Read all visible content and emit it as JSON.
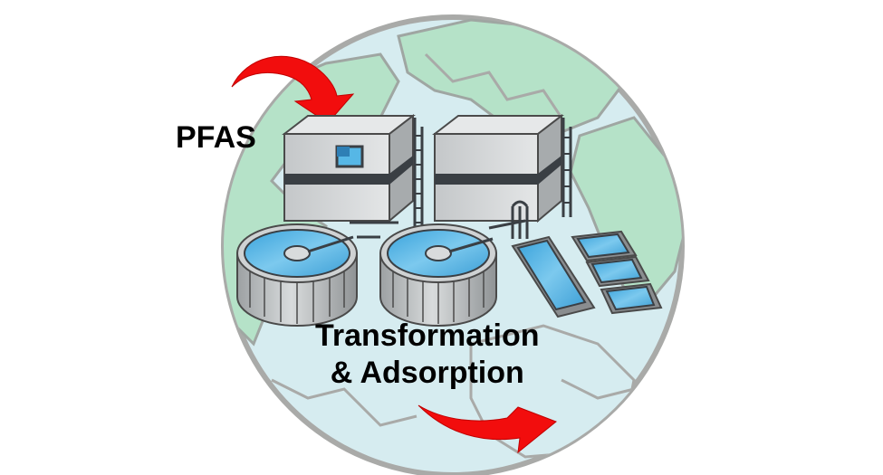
{
  "labels": {
    "input": "PFAS",
    "process_line1": "Transformation",
    "process_line2": "& Adsorption"
  },
  "colors": {
    "ocean": "#d6ecf0",
    "land": "#b5e2c8",
    "globe_rim": "#a9aaa8",
    "arrow": "#f20d0d",
    "water": "#56b7e6",
    "concrete": "#cfd2d3",
    "concrete_dark": "#8a8d8f",
    "band": "#3a3f44",
    "outline": "#4a4a4a"
  },
  "icons": {
    "globe": "globe-icon",
    "inflow_arrow": "curved-arrow-down-icon",
    "outflow_arrow": "curved-arrow-right-icon",
    "plant": "wastewater-treatment-plant-icon"
  }
}
